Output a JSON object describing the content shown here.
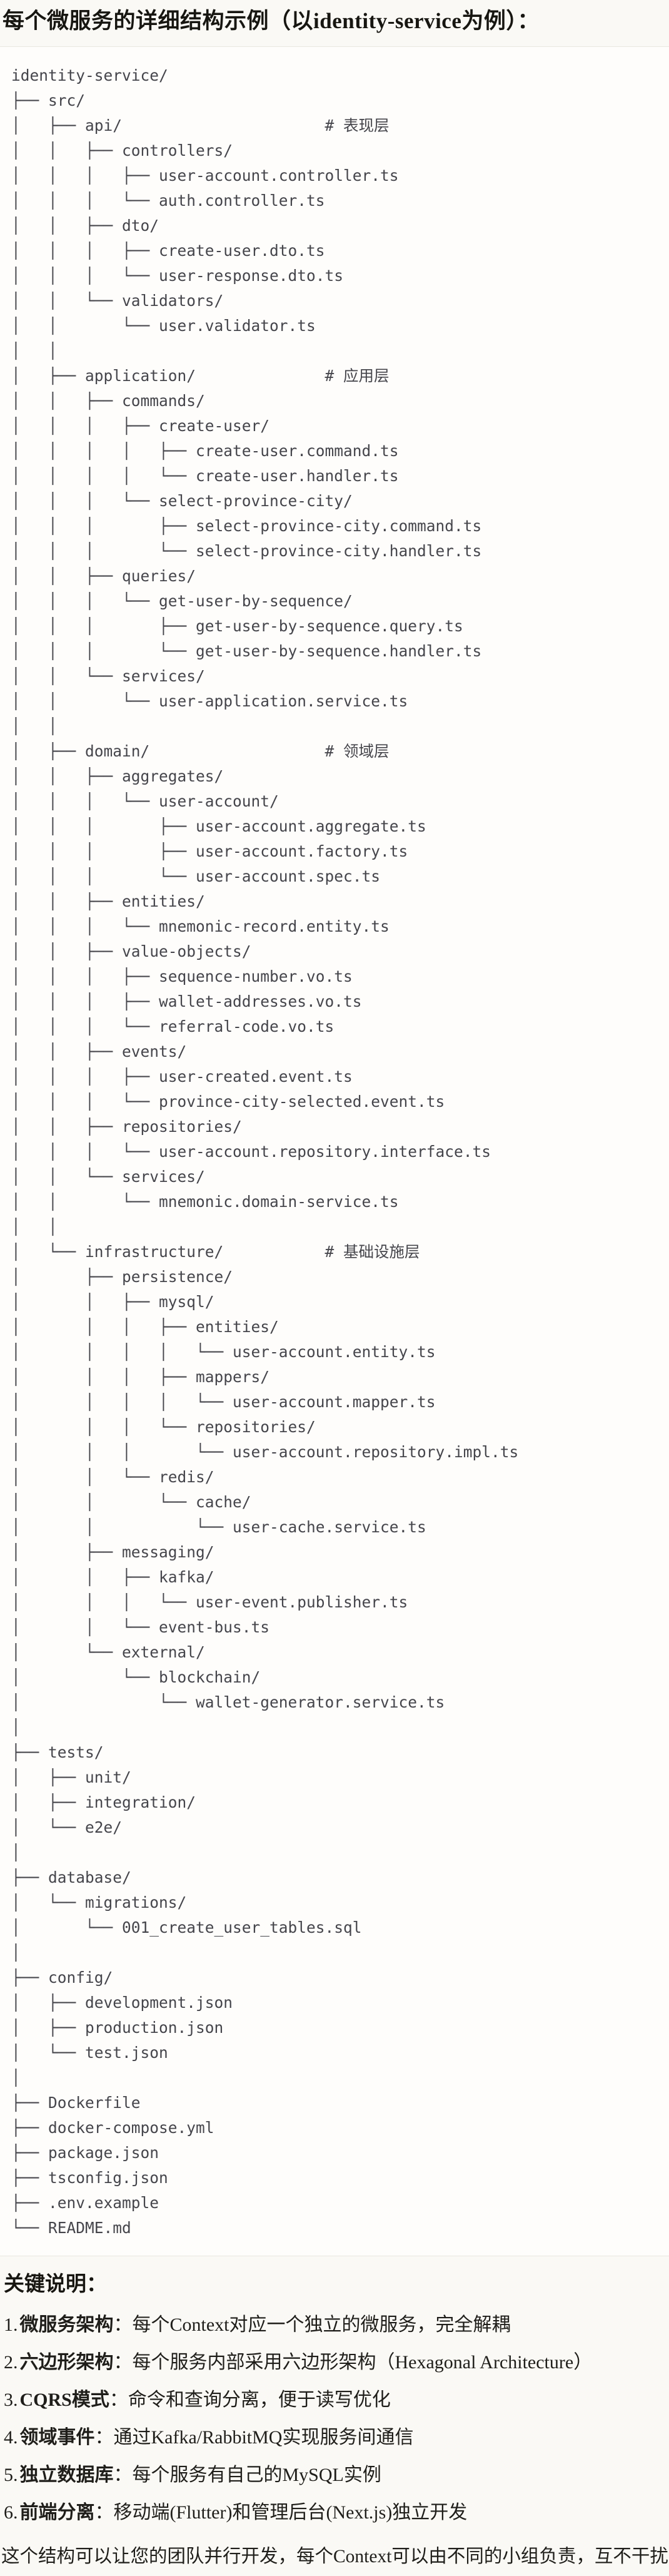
{
  "page": {
    "title": "每个微服务的详细结构示例（以identity-service为例）："
  },
  "theme": {
    "page_background": "#faf9f5",
    "code_background": "#fefdfb",
    "code_border": "#e9e7e0",
    "code_text": "#45454b",
    "body_text": "#1f1e1a"
  },
  "code_block": {
    "root": "identity-service/",
    "layer_comments": [
      "# 表现层",
      "# 应用层",
      "# 领域层",
      "# 基础设施层"
    ],
    "lines": [
      "identity-service/",
      "├── src/",
      "│   ├── api/                      # 表现层",
      "│   │   ├── controllers/",
      "│   │   │   ├── user-account.controller.ts",
      "│   │   │   └── auth.controller.ts",
      "│   │   ├── dto/",
      "│   │   │   ├── create-user.dto.ts",
      "│   │   │   └── user-response.dto.ts",
      "│   │   └── validators/",
      "│   │       └── user.validator.ts",
      "│   │",
      "│   ├── application/              # 应用层",
      "│   │   ├── commands/",
      "│   │   │   ├── create-user/",
      "│   │   │   │   ├── create-user.command.ts",
      "│   │   │   │   └── create-user.handler.ts",
      "│   │   │   └── select-province-city/",
      "│   │   │       ├── select-province-city.command.ts",
      "│   │   │       └── select-province-city.handler.ts",
      "│   │   ├── queries/",
      "│   │   │   └── get-user-by-sequence/",
      "│   │   │       ├── get-user-by-sequence.query.ts",
      "│   │   │       └── get-user-by-sequence.handler.ts",
      "│   │   └── services/",
      "│   │       └── user-application.service.ts",
      "│   │",
      "│   ├── domain/                   # 领域层",
      "│   │   ├── aggregates/",
      "│   │   │   └── user-account/",
      "│   │   │       ├── user-account.aggregate.ts",
      "│   │   │       ├── user-account.factory.ts",
      "│   │   │       └── user-account.spec.ts",
      "│   │   ├── entities/",
      "│   │   │   └── mnemonic-record.entity.ts",
      "│   │   ├── value-objects/",
      "│   │   │   ├── sequence-number.vo.ts",
      "│   │   │   ├── wallet-addresses.vo.ts",
      "│   │   │   └── referral-code.vo.ts",
      "│   │   ├── events/",
      "│   │   │   ├── user-created.event.ts",
      "│   │   │   └── province-city-selected.event.ts",
      "│   │   ├── repositories/",
      "│   │   │   └── user-account.repository.interface.ts",
      "│   │   └── services/",
      "│   │       └── mnemonic.domain-service.ts",
      "│   │",
      "│   └── infrastructure/           # 基础设施层",
      "│       ├── persistence/",
      "│       │   ├── mysql/",
      "│       │   │   ├── entities/",
      "│       │   │   │   └── user-account.entity.ts",
      "│       │   │   ├── mappers/",
      "│       │   │   │   └── user-account.mapper.ts",
      "│       │   │   └── repositories/",
      "│       │   │       └── user-account.repository.impl.ts",
      "│       │   └── redis/",
      "│       │       └── cache/",
      "│       │           └── user-cache.service.ts",
      "│       ├── messaging/",
      "│       │   ├── kafka/",
      "│       │   │   └── user-event.publisher.ts",
      "│       │   └── event-bus.ts",
      "│       └── external/",
      "│           └── blockchain/",
      "│               └── wallet-generator.service.ts",
      "│",
      "├── tests/",
      "│   ├── unit/",
      "│   ├── integration/",
      "│   └── e2e/",
      "│",
      "├── database/",
      "│   └── migrations/",
      "│       └── 001_create_user_tables.sql",
      "│",
      "├── config/",
      "│   ├── development.json",
      "│   ├── production.json",
      "│   └── test.json",
      "│",
      "├── Dockerfile",
      "├── docker-compose.yml",
      "├── package.json",
      "├── tsconfig.json",
      "├── .env.example",
      "└── README.md"
    ]
  },
  "key_notes": {
    "heading": "关键说明：",
    "items": [
      {
        "num": "1.",
        "label": "微服务架构",
        "desc": "：每个Context对应一个独立的微服务，完全解耦"
      },
      {
        "num": "2.",
        "label": "六边形架构",
        "desc": "：每个服务内部采用六边形架构（Hexagonal Architecture）"
      },
      {
        "num": "3.",
        "label": "CQRS模式",
        "desc": "：命令和查询分离，便于读写优化"
      },
      {
        "num": "4.",
        "label": "领域事件",
        "desc": "：通过Kafka/RabbitMQ实现服务间通信"
      },
      {
        "num": "5.",
        "label": "独立数据库",
        "desc": "：每个服务有自己的MySQL实例"
      },
      {
        "num": "6.",
        "label": "前端分离",
        "desc": "：移动端(Flutter)和管理后台(Next.js)独立开发"
      }
    ],
    "footer": "这个结构可以让您的团队并行开发，每个Context可以由不同的小组负责，互不干扰。"
  }
}
